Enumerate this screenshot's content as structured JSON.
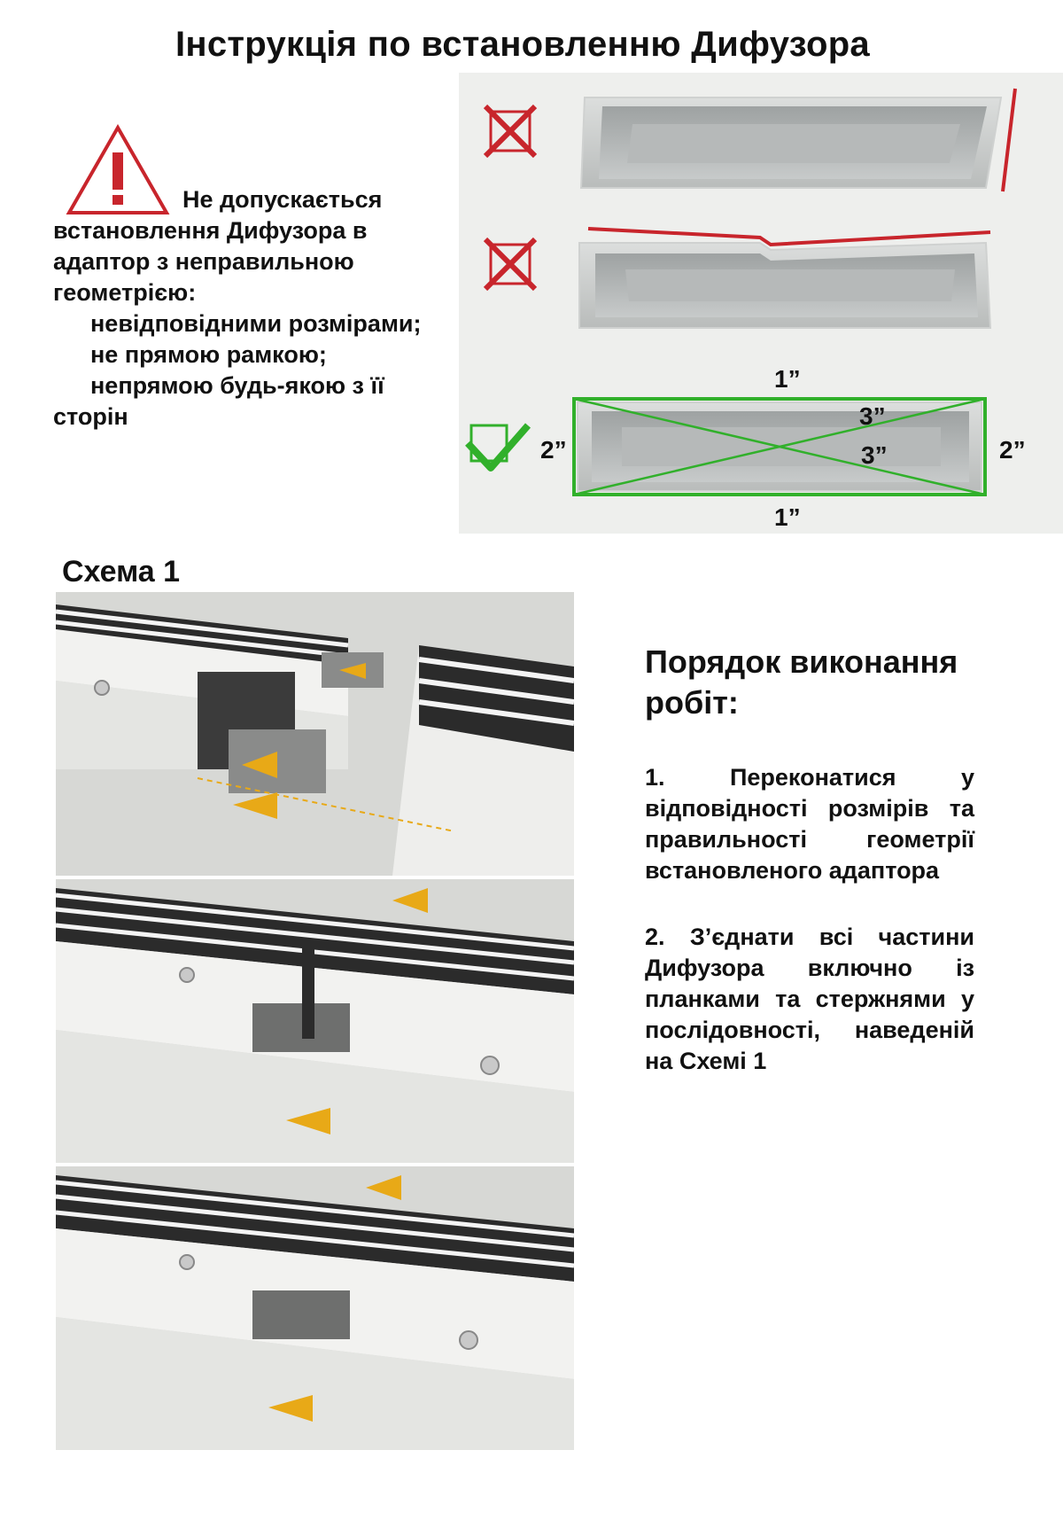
{
  "document": {
    "title": "Інструкція по встановленню Дифузора"
  },
  "warning": {
    "icon": "warning-triangle-icon",
    "color": "#c8252c",
    "lines": [
      "Не допускається",
      "встановлення Дифузора в",
      "адаптор з неправильною",
      "геометрією:",
      "невідповідними розмірами;",
      "не прямою рамкою;",
      "непрямою будь-якою з її",
      "сторін"
    ]
  },
  "geometry": {
    "wrong_mark_color": "#c8252c",
    "correct_mark_color": "#31b02b",
    "labels": {
      "top": "1”",
      "bottom": "1”",
      "left": "2”",
      "right": "2”",
      "diag_upper": "3”",
      "diag_lower": "3”"
    }
  },
  "scheme": {
    "title": "Схема 1",
    "arrow_color": "#e8a917"
  },
  "procedure": {
    "title": "Порядок виконання робіт:",
    "steps": [
      "1.  Переконатися у відповідності розмірів та правильності геометрії встановленого адаптора",
      "2. З’єднати всі частини Дифузора включно із планками та стержнями у послідовності, наведеній на Схемі 1"
    ]
  }
}
